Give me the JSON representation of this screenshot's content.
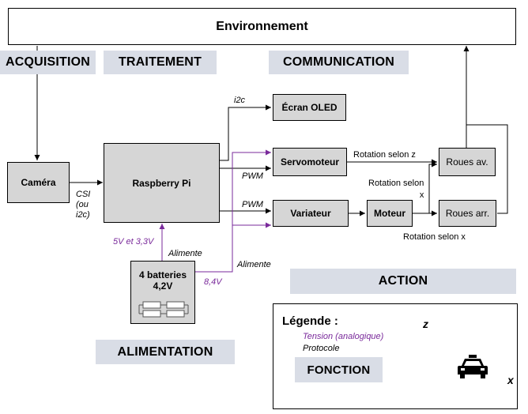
{
  "environment": "Environnement",
  "functions": {
    "acquisition": "ACQUISITION",
    "traitement": "TRAITEMENT",
    "communication": "COMMUNICATION",
    "action": "ACTION",
    "alimentation": "ALIMENTATION"
  },
  "blocks": {
    "camera": "Caméra",
    "raspberry": "Raspberry Pi",
    "ecran": "Écran OLED",
    "servo": "Servomoteur",
    "variateur": "Variateur",
    "moteur": "Moteur",
    "roues_av": "Roues av.",
    "roues_arr": "Roues arr.",
    "batteries_line1": "4 batteries",
    "batteries_line2": "4,2V"
  },
  "labels": {
    "i2c": "i2c",
    "csi": [
      "CSI",
      "(ou",
      "i2c)"
    ],
    "pwm_servo": "PWM",
    "pwm_var": "PWM",
    "rot_z": "Rotation selon z",
    "rot_x_top_1": "Rotation selon",
    "rot_x_top_2": "x",
    "rot_x_bottom": "Rotation selon x",
    "volt_5_33": "5V et 3,3V",
    "alimente_1": "Alimente",
    "volt_84": "8,4V",
    "alimente_2": "Alimente"
  },
  "legend": {
    "title": "Légende :",
    "tension": "Tension (analogique)",
    "protocole": "Protocole",
    "fonction": "FONCTION",
    "axis_z": "z",
    "axis_x": "x"
  },
  "colors": {
    "block_fill": "#d6d6d6",
    "function_fill": "#d9dde6",
    "power_line": "#7a2a9b",
    "signal_line": "#000000"
  }
}
